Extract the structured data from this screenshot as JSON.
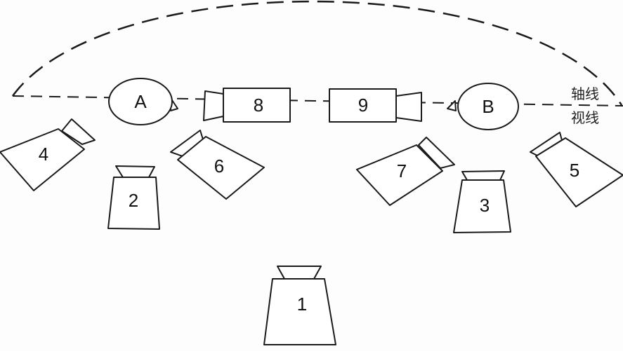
{
  "diagram": {
    "subjects": {
      "a": "A",
      "b": "B"
    },
    "cameras": {
      "c1": "1",
      "c2": "2",
      "c3": "3",
      "c4": "4",
      "c5": "5",
      "c6": "6",
      "c7": "7",
      "c8": "8",
      "c9": "9"
    },
    "labels": {
      "axis_line": "轴线",
      "sight_line": "视线"
    }
  }
}
